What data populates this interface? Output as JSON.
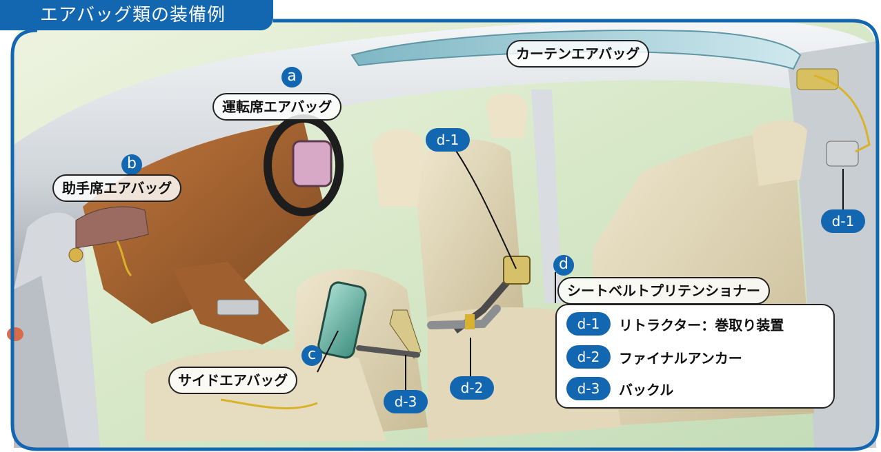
{
  "title": "エアバッグ類の装備例",
  "airbags": {
    "driver": {
      "marker": "a",
      "label": "運転席エアバッグ"
    },
    "passenger": {
      "marker": "b",
      "label": "助手席エアバッグ"
    },
    "side": {
      "marker": "c",
      "label": "サイドエアバッグ"
    },
    "curtain": {
      "label": "カーテンエアバッグ"
    }
  },
  "pretensioner": {
    "marker": "d",
    "label": "シートベルトプリテンショナー"
  },
  "tags": {
    "d1_upper": "d-1",
    "d1_right": "d-1",
    "d2": "d-2",
    "d3": "d-3"
  },
  "legend": [
    {
      "code": "d-1",
      "text": "リトラクター：巻取り装置"
    },
    {
      "code": "d-2",
      "text": "ファイナルアンカー"
    },
    {
      "code": "d-3",
      "text": "バックル"
    }
  ],
  "colors": {
    "accent": "#1366b0",
    "frame": "#1366b0"
  }
}
